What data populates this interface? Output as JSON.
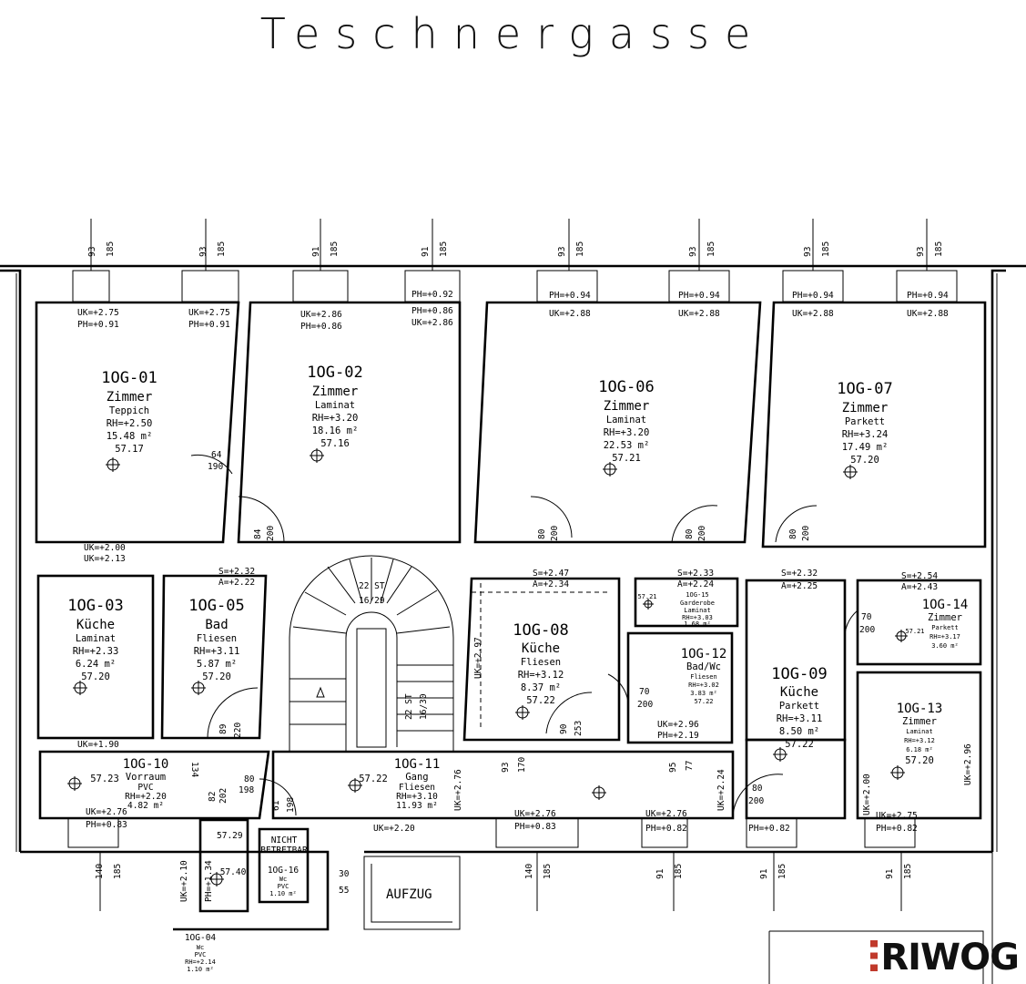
{
  "street_name": "Teschnergasse",
  "logo_text": "RIWOG",
  "logo_accent": "#c0392b",
  "rooms": [
    {
      "id": "1OG-01",
      "name": "Zimmer",
      "floor": "Teppich",
      "rh": "RH=+2.50",
      "area": "15.48 m²",
      "level": "57.17"
    },
    {
      "id": "1OG-02",
      "name": "Zimmer",
      "floor": "Laminat",
      "rh": "RH=+3.20",
      "area": "18.16 m²",
      "level": "57.16"
    },
    {
      "id": "1OG-06",
      "name": "Zimmer",
      "floor": "Laminat",
      "rh": "RH=+3.20",
      "area": "22.53 m²",
      "level": "57.21"
    },
    {
      "id": "1OG-07",
      "name": "Zimmer",
      "floor": "Parkett",
      "rh": "RH=+3.24",
      "area": "17.49 m²",
      "level": "57.20"
    },
    {
      "id": "1OG-03",
      "name": "Küche",
      "floor": "Laminat",
      "rh": "RH=+2.33",
      "area": "6.24 m²",
      "level": "57.20"
    },
    {
      "id": "1OG-05",
      "name": "Bad",
      "floor": "Fliesen",
      "rh": "RH=+3.11",
      "area": "5.87 m²",
      "level": "57.20"
    },
    {
      "id": "1OG-08",
      "name": "Küche",
      "floor": "Fliesen",
      "rh": "RH=+3.12",
      "area": "8.37 m²",
      "level": "57.22"
    },
    {
      "id": "1OG-09",
      "name": "Küche",
      "floor": "Parkett",
      "rh": "RH=+3.11",
      "area": "8.50 m²",
      "level": "57.22"
    },
    {
      "id": "1OG-12",
      "name": "Bad/Wc",
      "floor": "Fliesen",
      "rh": "RH=+3.02",
      "area": "3.83 m²",
      "level": "57.22"
    },
    {
      "id": "1OG-13",
      "name": "Zimmer",
      "floor": "Laminat",
      "rh": "RH=+3.12",
      "area": "6.18 m²",
      "level": "57.20"
    },
    {
      "id": "1OG-14",
      "name": "Zimmer",
      "floor": "Parkett",
      "rh": "RH=+3.17",
      "area": "3.60 m²",
      "level": "57.21"
    },
    {
      "id": "1OG-15",
      "name": "Garderobe",
      "floor": "Laminat",
      "rh": "RH=+3.03",
      "area": "1.68 m²",
      "level": "57.21"
    },
    {
      "id": "1OG-10",
      "name": "Vorraum",
      "floor": "PVC",
      "rh": "RH=+2.20",
      "area": "4.82 m²",
      "level": "57.23"
    },
    {
      "id": "1OG-11",
      "name": "Gang",
      "floor": "Fliesen",
      "rh": "RH=+3.10",
      "area": "11.93 m²",
      "level": "57.22"
    },
    {
      "id": "1OG-04",
      "name": "Wc",
      "floor": "PVC",
      "rh": "RH=+2.14",
      "area": "1.10 m²",
      "level": "57.40"
    },
    {
      "id": "1OG-16",
      "name": "Wc",
      "floor": "PVC",
      "rh": "",
      "area": "1.10 m²",
      "level": ""
    }
  ],
  "windows_top": [
    {
      "w": "93",
      "h": "185",
      "uk": "UK=+2.75",
      "ph": "PH=+0.91"
    },
    {
      "w": "93",
      "h": "185",
      "uk": "UK=+2.75",
      "ph": "PH=+0.91"
    },
    {
      "w": "91",
      "h": "185",
      "uk": "UK=+2.86",
      "ph": "PH=+0.86"
    },
    {
      "w": "91",
      "h": "185",
      "uk": "PH=+0.92",
      "ph": "PH=+0.86",
      "extra": "UK=+2.86"
    },
    {
      "w": "93",
      "h": "185",
      "uk": "PH=+0.94",
      "ph": "UK=+2.88"
    },
    {
      "w": "93",
      "h": "185",
      "uk": "PH=+0.94",
      "ph": "UK=+2.88"
    },
    {
      "w": "93",
      "h": "185",
      "uk": "PH=+0.94",
      "ph": "UK=+2.88"
    },
    {
      "w": "93",
      "h": "185",
      "uk": "PH=+0.94",
      "ph": "UK=+2.88"
    }
  ],
  "windows_bottom": [
    {
      "w": "140",
      "h": "185",
      "uk": "UK=+2.76",
      "ph": "PH=+0.83"
    },
    {
      "w": "140",
      "h": "185",
      "uk": "UK=+2.76",
      "ph": "PH=+0.83"
    },
    {
      "w": "91",
      "h": "185",
      "uk": "UK=+2.76",
      "ph": "PH=+0.82"
    },
    {
      "w": "91",
      "h": "185",
      "uk": "",
      "ph": "PH=+0.82"
    },
    {
      "w": "91",
      "h": "185",
      "uk": "UK=+2.75",
      "ph": "PH=+0.82"
    }
  ],
  "stairs": {
    "upper": "22 ST",
    "upper_ratio": "16/29",
    "lower": "22 ST",
    "lower_ratio": "16/30"
  },
  "labels": {
    "aufzug": "AUFZUG",
    "nicht": "NICHT",
    "betretbar": "BETRETBAR",
    "uk200": "UK=+2.00",
    "uk213": "UK=+2.13",
    "uk190": "UK=+1.90",
    "uk220": "UK=+2.20",
    "uk276": "UK=+2.76",
    "uk224": "UK=+2.24",
    "uk200b": "UK=+2.00",
    "uk297": "UK=+2.97",
    "uk296": "UK=+2.96",
    "uk296b": "UK=+2.96",
    "ph219": "PH=+2.19",
    "uk210": "UK=+2.10",
    "ph134": "PH=+1.34",
    "s232a": "S=+2.32",
    "a222": "A=+2.22",
    "s247": "S=+2.47",
    "a234": "A=+2.34",
    "s233": "S=+2.33",
    "a224": "A=+2.24",
    "s232b": "S=+2.32",
    "a225": "A=+2.25",
    "s254": "S=+2.54",
    "a243": "A=+2.43",
    "d64": "64",
    "d190": "190",
    "d84": "84",
    "d200a": "200",
    "d80a": "80",
    "d200b": "200",
    "d80b": "80",
    "d200c": "200",
    "d80c": "80",
    "d200d": "200",
    "d70a": "70",
    "d200e": "200",
    "d70b": "70",
    "d200f": "200",
    "d89": "89",
    "d220": "220",
    "d90": "90",
    "d253": "253",
    "d93": "93",
    "d170": "170",
    "d95": "95",
    "d77": "77",
    "d80d": "80",
    "d200g": "200",
    "d80e": "80",
    "d198a": "198",
    "d61": "61",
    "d198b": "198",
    "d202": "202",
    "d82": "82",
    "d134": "134",
    "d30": "30",
    "d55": "55",
    "lvl5729": "57.29",
    "lvl5722c": "57.22",
    "lvl5722d": "57.22"
  }
}
